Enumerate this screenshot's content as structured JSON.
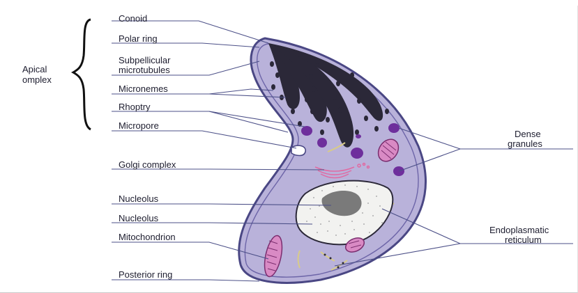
{
  "labels": {
    "conoid": "Conoid",
    "polar_ring": "Polar ring",
    "subpellicular_1": "Subpellicular",
    "subpellicular_2": "microtubules",
    "micronemes": "Micronemes",
    "rhoptry": "Rhoptry",
    "micropore": "Micropore",
    "golgi": "Golgi complex",
    "nucleolus_1": "Nucleolus",
    "nucleolus_2": "Nucleolus",
    "mitochondrion": "Mitochondrion",
    "posterior_ring": "Posterior ring",
    "apical_1": "Apical",
    "apical_2": "omplex",
    "dense_1": "Dense",
    "dense_2": "granules",
    "er_1": "Endoplasmatic",
    "er_2": "reticulum"
  },
  "colors": {
    "cell_fill": "#b9b2da",
    "cell_border": "#4a4784",
    "inner_membrane": "#6d65a8",
    "rhoptry": "#2b2838",
    "dense_granule": "#6e2f9c",
    "mitochondrion": "#d98ac4",
    "nucleus": "#f2f2f0",
    "nucleolus": "#7a7a7a",
    "leader_line": "#4b4f87"
  },
  "icons": {
    "bracket": "curly-brace-icon"
  }
}
